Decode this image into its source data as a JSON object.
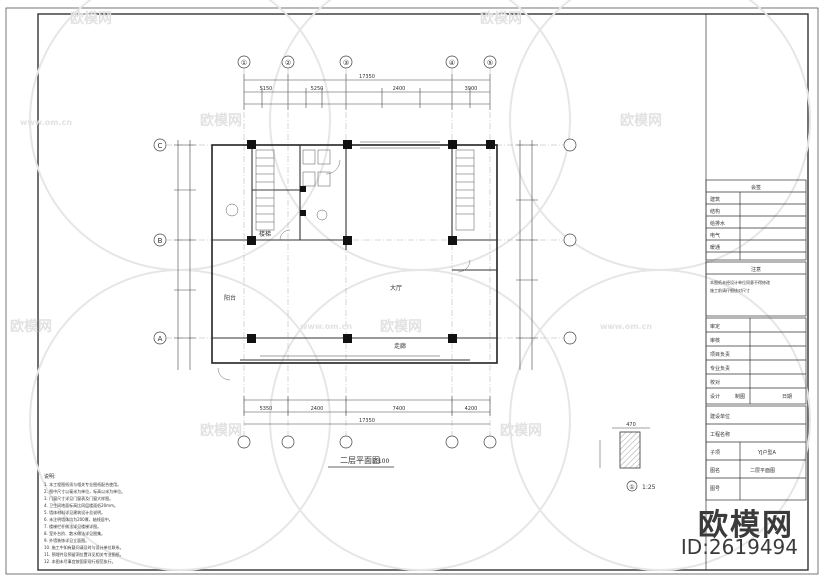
{
  "watermark": {
    "brand": "欧模网",
    "url": "www.om.cn"
  },
  "footer": {
    "brand": "欧模网",
    "id": "ID:2619494"
  },
  "plan": {
    "title": "二层平面图",
    "scale": "1:100",
    "overall_dim": "17350",
    "dims_bottom_total": "17350",
    "dims_top": [
      "5150",
      "5250",
      "2400",
      "3900"
    ],
    "dims_bottom": [
      "5350",
      "2400",
      "7400",
      "4200"
    ],
    "axes_top": [
      "①",
      "②",
      "③",
      "④",
      "⑤"
    ],
    "axes_left": [
      "C",
      "B",
      "A"
    ],
    "room_main": "大厅",
    "stair_label": "楼梯",
    "corridor": "走廊",
    "balcony": "阳台"
  },
  "detail": {
    "label": "①",
    "scale": "1:25",
    "dim": "470"
  },
  "notes": {
    "heading": "说明:",
    "items": [
      "1. 本工程图纸须与相关专业图纸配合使用。",
      "2. 图中尺寸以毫米为单位，标高以米为单位。",
      "3. 门窗尺寸详见门窗表及门窗大样图。",
      "4. 卫生间地面标高比同层楼面低20mm。",
      "5. 墙体材料详见建筑设计总说明。",
      "6. 未注明墙体均为200厚，轴线居中。",
      "7. 楼梯栏杆做法详见楼梯详图。",
      "8. 室外台阶、散水做法详见图集。",
      "9. 外墙装饰详见立面图。",
      "10. 施工中如有疑问请及时与设计单位联系。",
      "11. 预埋件及预留洞位置详见相关专业图纸。",
      "12. 本图未尽事宜按国家现行规范执行。"
    ]
  },
  "title_block": {
    "section_a": "会签",
    "rows_a": [
      "建筑",
      "结构",
      "给排水",
      "电气",
      "暖通"
    ],
    "section_b": "注意",
    "notes_b": [
      "本图纸未经设计单位同意不得修改",
      "施工前请仔细核对尺寸"
    ],
    "rows_c": [
      "审定",
      "审核",
      "项目负责",
      "专业负责",
      "校对",
      "设计"
    ],
    "bottom_pair": [
      "制图",
      "日期"
    ],
    "client_label": "建设单位",
    "project_label": "工程名称",
    "sub_label": "子项",
    "sub_value": "YJ户型A",
    "drawing_label": "图名",
    "drawing_value": "二层平面图",
    "stamp_label": "图号"
  }
}
